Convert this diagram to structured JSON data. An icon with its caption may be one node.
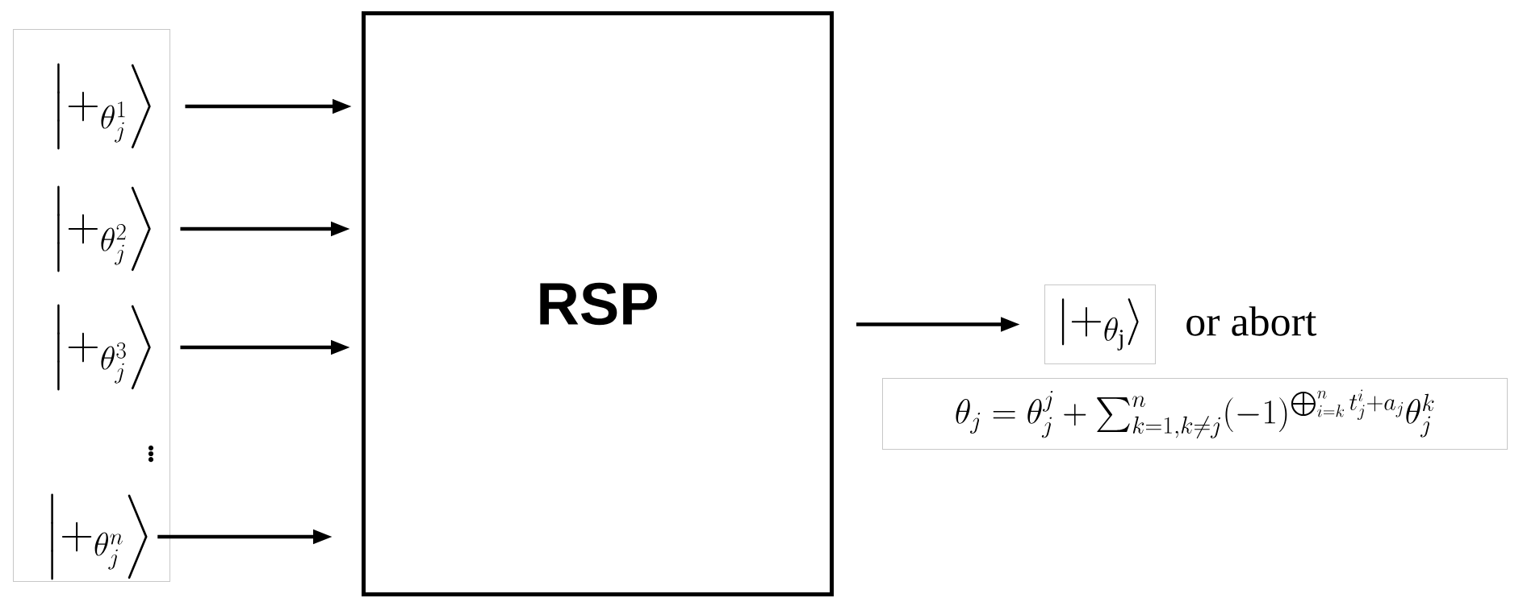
{
  "diagram": {
    "nodes": [
      {
        "text": [],
        "shape": "box"
      },
      {
        "text": [
          "\\left|+_{\\theta_j^1}\\right\\rangle"
        ],
        "in": 0
      },
      {
        "text": [
          "\\left|+_{\\theta_j^2}\\right\\rangle"
        ],
        "in": 0
      },
      {
        "text": [
          "\\left|+_{\\theta_j^3}\\right\\rangle"
        ],
        "in": 0
      },
      {
        "text": [
          "\\left|+_{\\theta_j^n}\\right\\rangle"
        ],
        "in": 0
      },
      {
        "text": [
          "RSP"
        ]
      },
      {
        "text": [
          "|+_{\\theta_\\mathrm{j}}\\rangle"
        ],
        "beside": [
          "or abort"
        ]
      },
      {
        "text": [
          "\\theta_j = \\theta_j^j + \\sum_{k=1,k\\neq j}^{n} (-1)^{\\bigoplus_{i=k}^{n} t_j^i + a_j} \\theta_j^k"
        ]
      }
    ],
    "edges": [
      {
        "from": 1,
        "to": 5,
        "arrow": "to"
      },
      {
        "from": 2,
        "to": 5,
        "arrow": "to"
      },
      {
        "from": 3,
        "to": 5,
        "arrow": "to"
      },
      {
        "from": 4,
        "to": 5,
        "arrow": "to"
      },
      {
        "from": 5,
        "to": 6,
        "arrow": "to"
      }
    ],
    "labels": [
      "\\vdots"
    ]
  }
}
